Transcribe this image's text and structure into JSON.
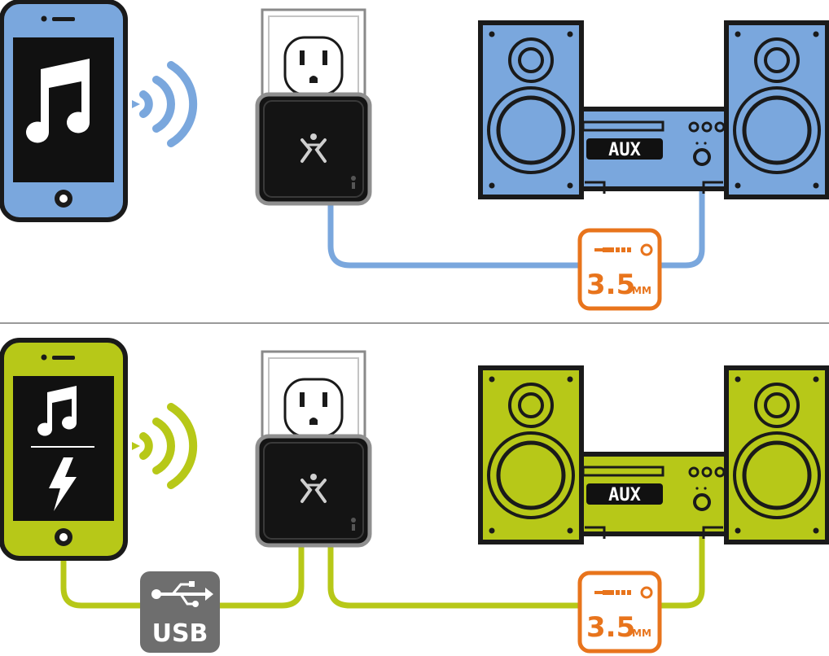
{
  "colors": {
    "scenario_1_accent": "#7aa7dd",
    "scenario_2_accent": "#b7c818",
    "jack_badge": "#e8741c",
    "usb_badge": "#6e6e6e",
    "adapter_body": "#141414",
    "outline": "#1a1a1a",
    "divider": "#9a9a9a"
  },
  "diagram": {
    "scenario_1": {
      "phone_screen_icon": "music-note-icon",
      "signal_icon": "wireless-signal-icon",
      "adapter_icon": "xm-logo-icon",
      "stereo_display": "AUX",
      "cable_badge": {
        "icon": "audio-jack-icon",
        "size": "3.5",
        "unit": "MM"
      }
    },
    "scenario_2": {
      "phone_screen_icons": [
        "music-note-icon",
        "lightning-bolt-icon"
      ],
      "signal_icon": "wireless-signal-icon",
      "adapter_icon": "xm-logo-icon",
      "stereo_display": "AUX",
      "power_badge": {
        "icon": "usb-icon",
        "label": "USB"
      },
      "cable_badge": {
        "icon": "audio-jack-icon",
        "size": "3.5",
        "unit": "MM"
      }
    }
  }
}
